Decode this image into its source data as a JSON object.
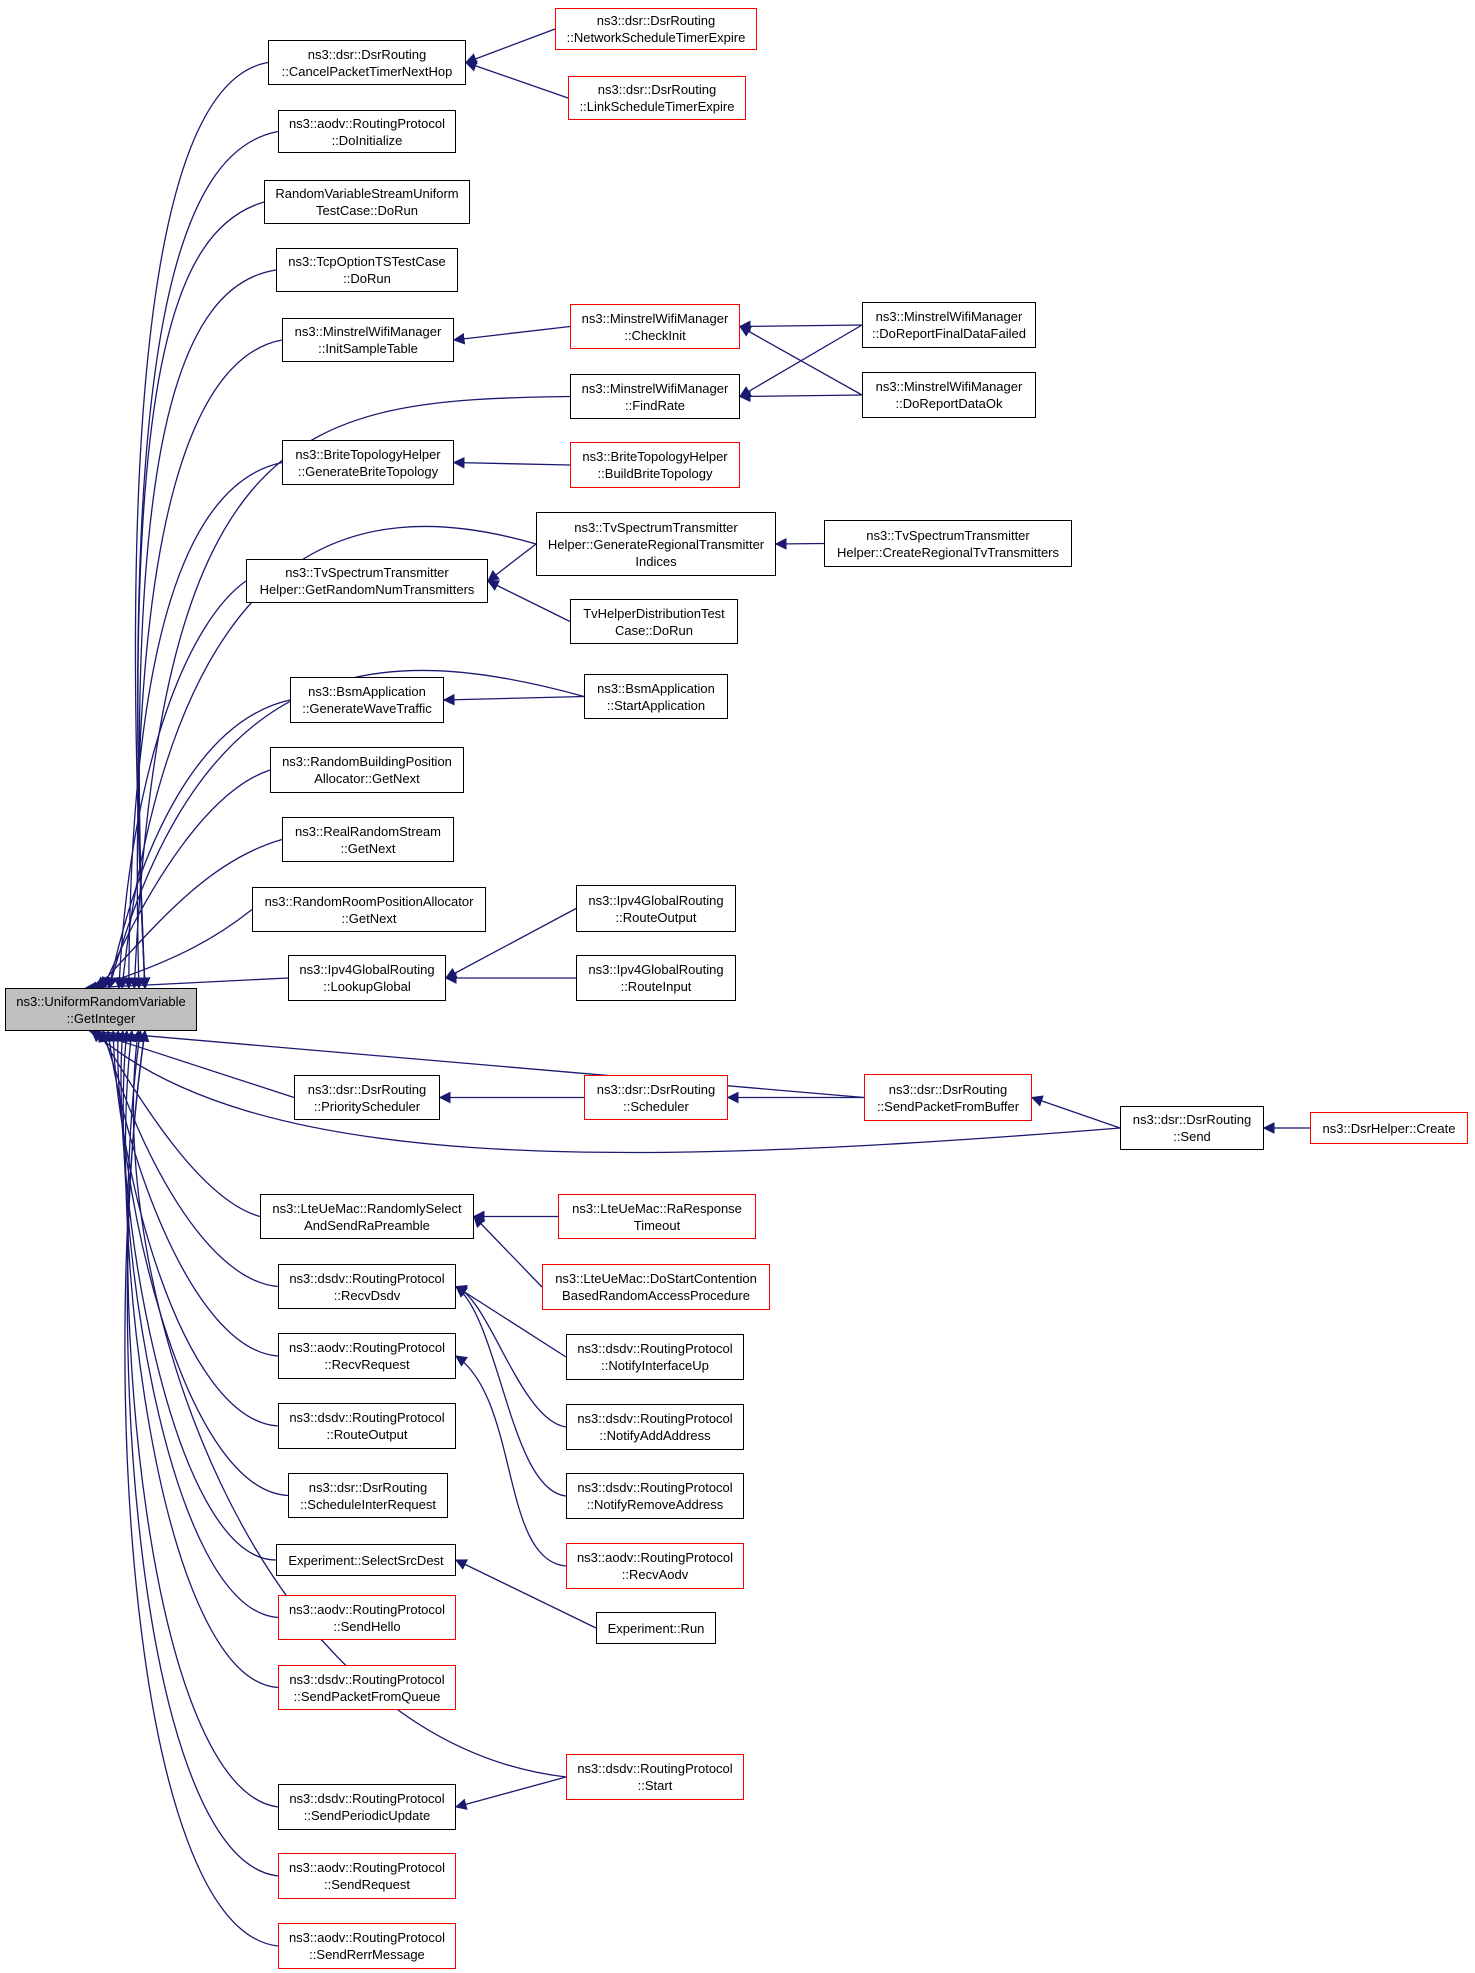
{
  "graph": {
    "edge_color": "#191970",
    "root_fill": "#bfbfbf",
    "nodes": [
      {
        "id": "root",
        "label": "ns3::UniformRandomVariable\n::GetInteger",
        "style": "root"
      },
      {
        "id": "cancelpkt",
        "label": "ns3::dsr::DsrRouting\n::CancelPacketTimerNextHop",
        "style": "black"
      },
      {
        "id": "netsched",
        "label": "ns3::dsr::DsrRouting\n::NetworkScheduleTimerExpire",
        "style": "red"
      },
      {
        "id": "linksched",
        "label": "ns3::dsr::DsrRouting\n::LinkScheduleTimerExpire",
        "style": "red"
      },
      {
        "id": "aodvinit",
        "label": "ns3::aodv::RoutingProtocol\n::DoInitialize",
        "style": "black"
      },
      {
        "id": "rvsuniform",
        "label": "RandomVariableStreamUniform\nTestCase::DoRun",
        "style": "black"
      },
      {
        "id": "tcpts",
        "label": "ns3::TcpOptionTSTestCase\n::DoRun",
        "style": "black"
      },
      {
        "id": "initsample",
        "label": "ns3::MinstrelWifiManager\n::InitSampleTable",
        "style": "black"
      },
      {
        "id": "checkinit",
        "label": "ns3::MinstrelWifiManager\n::CheckInit",
        "style": "red"
      },
      {
        "id": "reportfinal",
        "label": "ns3::MinstrelWifiManager\n::DoReportFinalDataFailed",
        "style": "black"
      },
      {
        "id": "findrate",
        "label": "ns3::MinstrelWifiManager\n::FindRate",
        "style": "black"
      },
      {
        "id": "reportok",
        "label": "ns3::MinstrelWifiManager\n::DoReportDataOk",
        "style": "black"
      },
      {
        "id": "genbrite",
        "label": "ns3::BriteTopologyHelper\n::GenerateBriteTopology",
        "style": "black"
      },
      {
        "id": "buildbrite",
        "label": "ns3::BriteTopologyHelper\n::BuildBriteTopology",
        "style": "red"
      },
      {
        "id": "genregional",
        "label": "ns3::TvSpectrumTransmitter\nHelper::GenerateRegionalTransmitter\nIndices",
        "style": "black"
      },
      {
        "id": "createregional",
        "label": "ns3::TvSpectrumTransmitter\nHelper::CreateRegionalTvTransmitters",
        "style": "black"
      },
      {
        "id": "getrandomnum",
        "label": "ns3::TvSpectrumTransmitter\nHelper::GetRandomNumTransmitters",
        "style": "black"
      },
      {
        "id": "tvhelperdist",
        "label": "TvHelperDistributionTest\nCase::DoRun",
        "style": "black"
      },
      {
        "id": "genwave",
        "label": "ns3::BsmApplication\n::GenerateWaveTraffic",
        "style": "black"
      },
      {
        "id": "startapp",
        "label": "ns3::BsmApplication\n::StartApplication",
        "style": "black"
      },
      {
        "id": "randbuilding",
        "label": "ns3::RandomBuildingPosition\nAllocator::GetNext",
        "style": "black"
      },
      {
        "id": "realrandom",
        "label": "ns3::RealRandomStream\n::GetNext",
        "style": "black"
      },
      {
        "id": "randroom",
        "label": "ns3::RandomRoomPositionAllocator\n::GetNext",
        "style": "black"
      },
      {
        "id": "ipv4out",
        "label": "ns3::Ipv4GlobalRouting\n::RouteOutput",
        "style": "black"
      },
      {
        "id": "lookupglobal",
        "label": "ns3::Ipv4GlobalRouting\n::LookupGlobal",
        "style": "black"
      },
      {
        "id": "ipv4in",
        "label": "ns3::Ipv4GlobalRouting\n::RouteInput",
        "style": "black"
      },
      {
        "id": "priosched",
        "label": "ns3::dsr::DsrRouting\n::PriorityScheduler",
        "style": "black"
      },
      {
        "id": "scheduler",
        "label": "ns3::dsr::DsrRouting\n::Scheduler",
        "style": "red"
      },
      {
        "id": "sendpktbuf",
        "label": "ns3::dsr::DsrRouting\n::SendPacketFromBuffer",
        "style": "red"
      },
      {
        "id": "dsrsend",
        "label": "ns3::dsr::DsrRouting\n::Send",
        "style": "black"
      },
      {
        "id": "dsrcreate",
        "label": "ns3::DsrHelper::Create",
        "style": "red"
      },
      {
        "id": "randselect",
        "label": "ns3::LteUeMac::RandomlySelect\nAndSendRaPreamble",
        "style": "black"
      },
      {
        "id": "raresp",
        "label": "ns3::LteUeMac::RaResponse\nTimeout",
        "style": "red"
      },
      {
        "id": "dostartcont",
        "label": "ns3::LteUeMac::DoStartContention\nBasedRandomAccessProcedure",
        "style": "red"
      },
      {
        "id": "recvdsdv",
        "label": "ns3::dsdv::RoutingProtocol\n::RecvDsdv",
        "style": "black"
      },
      {
        "id": "notifyup",
        "label": "ns3::dsdv::RoutingProtocol\n::NotifyInterfaceUp",
        "style": "black"
      },
      {
        "id": "recvrequest",
        "label": "ns3::aodv::RoutingProtocol\n::RecvRequest",
        "style": "black"
      },
      {
        "id": "notifyadd",
        "label": "ns3::dsdv::RoutingProtocol\n::NotifyAddAddress",
        "style": "black"
      },
      {
        "id": "dsdvrouteout",
        "label": "ns3::dsdv::RoutingProtocol\n::RouteOutput",
        "style": "black"
      },
      {
        "id": "schedinter",
        "label": "ns3::dsr::DsrRouting\n::ScheduleInterRequest",
        "style": "black"
      },
      {
        "id": "notifyremove",
        "label": "ns3::dsdv::RoutingProtocol\n::NotifyRemoveAddress",
        "style": "black"
      },
      {
        "id": "selectsrc",
        "label": "Experiment::SelectSrcDest",
        "style": "black"
      },
      {
        "id": "recvaodv",
        "label": "ns3::aodv::RoutingProtocol\n::RecvAodv",
        "style": "red"
      },
      {
        "id": "sendhello",
        "label": "ns3::aodv::RoutingProtocol\n::SendHello",
        "style": "red"
      },
      {
        "id": "exprun",
        "label": "Experiment::Run",
        "style": "black"
      },
      {
        "id": "sendpktqueue",
        "label": "ns3::dsdv::RoutingProtocol\n::SendPacketFromQueue",
        "style": "red"
      },
      {
        "id": "dsdvstart",
        "label": "ns3::dsdv::RoutingProtocol\n::Start",
        "style": "red"
      },
      {
        "id": "sendperiodic",
        "label": "ns3::dsdv::RoutingProtocol\n::SendPeriodicUpdate",
        "style": "black"
      },
      {
        "id": "sendrequest",
        "label": "ns3::aodv::RoutingProtocol\n::SendRequest",
        "style": "red"
      },
      {
        "id": "sendrerr",
        "label": "ns3::aodv::RoutingProtocol\n::SendRerrMessage",
        "style": "red"
      }
    ],
    "edges": [
      [
        "cancelpkt",
        "root"
      ],
      [
        "aodvinit",
        "root"
      ],
      [
        "rvsuniform",
        "root"
      ],
      [
        "tcpts",
        "root"
      ],
      [
        "initsample",
        "root"
      ],
      [
        "findrate",
        "root"
      ],
      [
        "genbrite",
        "root"
      ],
      [
        "genregional",
        "root"
      ],
      [
        "getrandomnum",
        "root"
      ],
      [
        "startapp",
        "root"
      ],
      [
        "genwave",
        "root"
      ],
      [
        "randbuilding",
        "root"
      ],
      [
        "realrandom",
        "root"
      ],
      [
        "randroom",
        "root"
      ],
      [
        "lookupglobal",
        "root"
      ],
      [
        "sendpktbuf",
        "root"
      ],
      [
        "priosched",
        "root"
      ],
      [
        "dsrsend",
        "root"
      ],
      [
        "randselect",
        "root"
      ],
      [
        "recvdsdv",
        "root"
      ],
      [
        "recvrequest",
        "root"
      ],
      [
        "dsdvrouteout",
        "root"
      ],
      [
        "schedinter",
        "root"
      ],
      [
        "selectsrc",
        "root"
      ],
      [
        "sendhello",
        "root"
      ],
      [
        "sendpktqueue",
        "root"
      ],
      [
        "dsdvstart",
        "root"
      ],
      [
        "sendperiodic",
        "root"
      ],
      [
        "sendrequest",
        "root"
      ],
      [
        "sendrerr",
        "root"
      ],
      [
        "netsched",
        "cancelpkt"
      ],
      [
        "linksched",
        "cancelpkt"
      ],
      [
        "checkinit",
        "initsample"
      ],
      [
        "reportfinal",
        "checkinit"
      ],
      [
        "reportok",
        "checkinit"
      ],
      [
        "reportfinal",
        "findrate"
      ],
      [
        "reportok",
        "findrate"
      ],
      [
        "buildbrite",
        "genbrite"
      ],
      [
        "createregional",
        "genregional"
      ],
      [
        "genregional",
        "getrandomnum"
      ],
      [
        "tvhelperdist",
        "getrandomnum"
      ],
      [
        "startapp",
        "genwave"
      ],
      [
        "ipv4out",
        "lookupglobal"
      ],
      [
        "ipv4in",
        "lookupglobal"
      ],
      [
        "scheduler",
        "priosched"
      ],
      [
        "sendpktbuf",
        "scheduler"
      ],
      [
        "dsrsend",
        "sendpktbuf"
      ],
      [
        "dsrcreate",
        "dsrsend"
      ],
      [
        "raresp",
        "randselect"
      ],
      [
        "dostartcont",
        "randselect"
      ],
      [
        "notifyup",
        "recvdsdv"
      ],
      [
        "notifyadd",
        "recvdsdv"
      ],
      [
        "notifyremove",
        "recvdsdv"
      ],
      [
        "recvaodv",
        "recvrequest"
      ],
      [
        "exprun",
        "selectsrc"
      ],
      [
        "dsdvstart",
        "sendperiodic"
      ]
    ]
  }
}
